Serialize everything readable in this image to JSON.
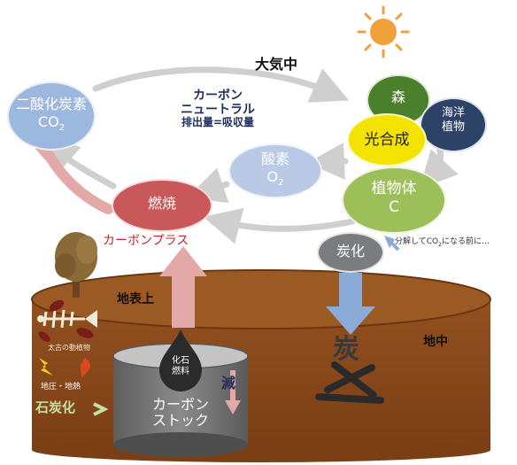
{
  "diagram": {
    "atmosphere_label": "大気中",
    "co2_node": {
      "line1": "二酸化炭素",
      "line2": "CO",
      "sub": "2"
    },
    "carbon_neutral": {
      "line1": "カーボン",
      "line2": "ニュートラル",
      "line3": "排出量=吸収量"
    },
    "forest_label": "森",
    "marine_plants_label": "海洋\n植物",
    "photosynthesis_label": "光合成",
    "oxygen_node": {
      "line1": "酸素",
      "line2": "O",
      "sub": "2"
    },
    "plant_body_node": {
      "line1": "植物体",
      "line2": "C"
    },
    "combustion_label": "燃焼",
    "carbon_plus_label": "カーボンプラス",
    "charcoal_node_label": "炭化",
    "decompose_note": {
      "pre": "分解してCO",
      "sub": "2",
      "post": "になる前に…"
    },
    "surface_label": "地表上",
    "underground_label": "地中",
    "ancient_life_label": "太古の動植物",
    "pressure_heat_label": "地圧・地熱",
    "coalification_label": "石炭化",
    "fossil_fuel_label": "化石\n燃料",
    "decrease_label": "減",
    "carbon_stock_label": "カーボン\nストック",
    "charcoal_label": "炭"
  },
  "colors": {
    "co2_fill": "#9db8de",
    "oxygen_fill": "#b9c9e6",
    "forest_fill": "#4a7f2b",
    "marine_fill": "#2c4267",
    "photosynthesis_fill": "#f4e200",
    "plant_body_fill": "#9dbf5a",
    "combustion_fill": "#c9585a",
    "carbon_plus_text": "#c0262b",
    "charcoal_node_fill": "#7a7c80",
    "soil_fill": "#8a4a1e",
    "cycle_arrow": "#cfcfcf",
    "up_arrow": "#e2a9a6",
    "down_arrow": "#8aabd8",
    "sun": "#f0a13a"
  }
}
